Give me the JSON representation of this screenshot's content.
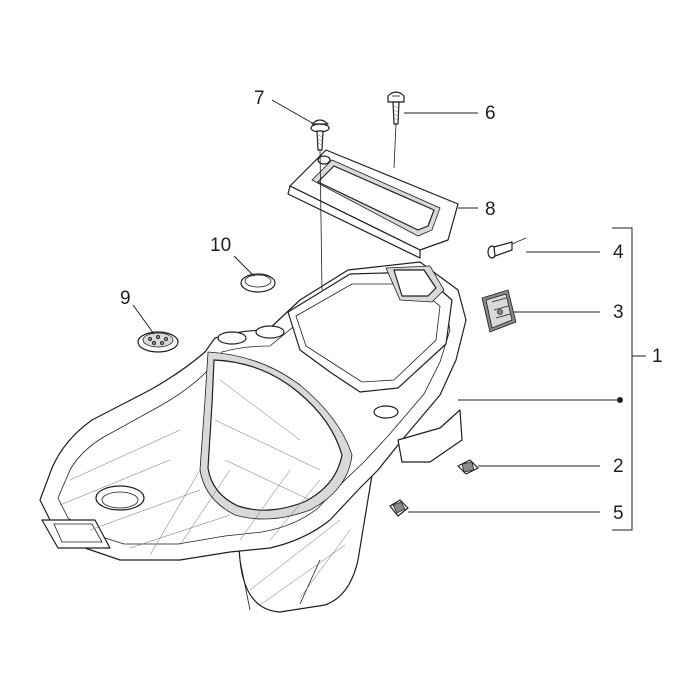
{
  "callouts": [
    {
      "id": "c1",
      "label": "1",
      "part": "tub-assembly-bracket"
    },
    {
      "id": "c2",
      "label": "2",
      "part": "clip-nut"
    },
    {
      "id": "c3",
      "label": "3",
      "part": "clip"
    },
    {
      "id": "c4",
      "label": "4",
      "part": "rivet"
    },
    {
      "id": "c5",
      "label": "5",
      "part": "clip-nut-lower"
    },
    {
      "id": "c6",
      "label": "6",
      "part": "screw"
    },
    {
      "id": "c7",
      "label": "7",
      "part": "screw-with-washer"
    },
    {
      "id": "c8",
      "label": "8",
      "part": "cover-lid"
    },
    {
      "id": "c9",
      "label": "9",
      "part": "grommet-vented"
    },
    {
      "id": "c10",
      "label": "10",
      "part": "plug-cap"
    }
  ]
}
